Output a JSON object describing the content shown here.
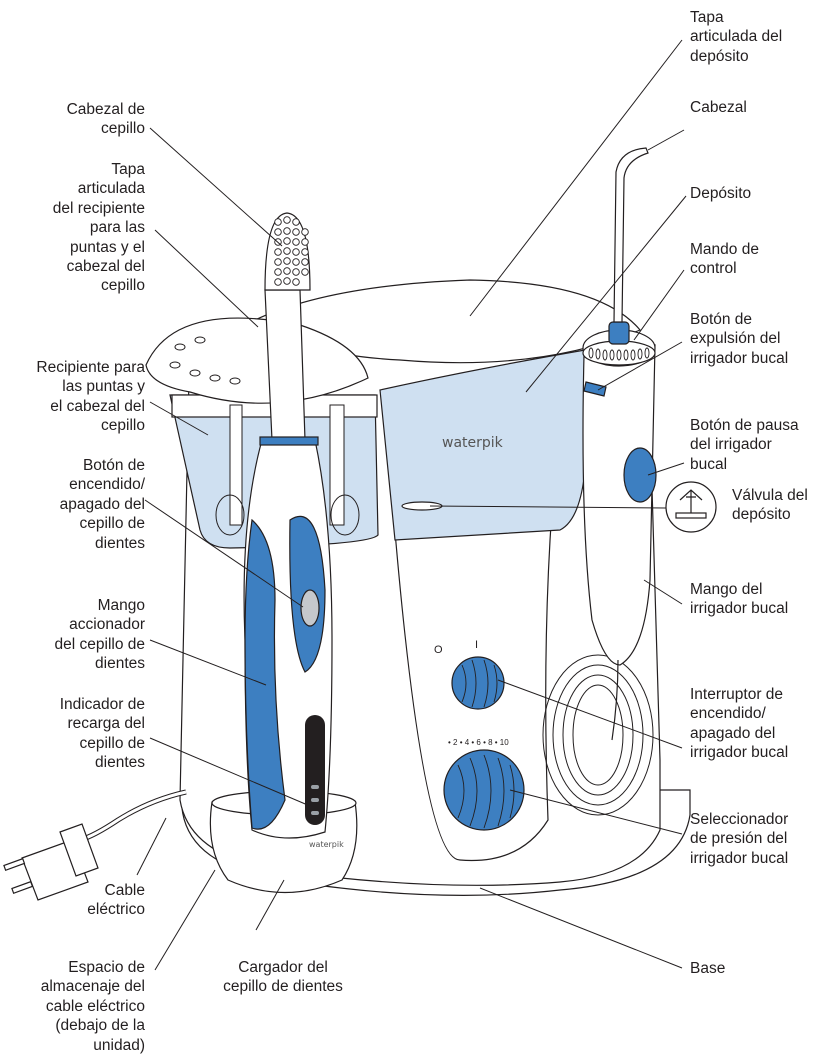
{
  "brand": {
    "unit": "waterpik",
    "brush": "waterpik"
  },
  "colors": {
    "accent_blue": "#3d7fc1",
    "water_blue": "#cfe0f1",
    "outline": "#231f20"
  },
  "pressure_scale": "• 2 • 4 • 6 • 8 • 10",
  "switch_marks": {
    "off": "O",
    "on": "I"
  },
  "labels": {
    "brush_head": "Cabezal de\ncepillo",
    "tip_case_lid": "Tapa\narticulada\ndel recipiente\npara las\npuntas y el\ncabezal del\ncepillo",
    "tip_case": "Recipiente para\nlas puntas y\nel cabezal del\ncepillo",
    "brush_power_button": "Botón de\nencendido/\napagado del\ncepillo de\ndientes",
    "brush_handle": "Mango\naccionador\ndel cepillo de\ndientes",
    "charge_indicator": "Indicador de\nrecarga del\ncepillo de\ndientes",
    "power_cord": "Cable\neléctrico",
    "cord_storage": "Espacio de\nalmacenaje del\ncable eléctrico\n(debajo de la\nunidad)",
    "charger": "Cargador del\ncepillo de dientes",
    "reservoir_lid": "Tapa\narticulada del\ndepósito",
    "tip": "Cabezal",
    "reservoir": "Depósito",
    "control_knob": "Mando de\ncontrol",
    "eject_button": "Botón de\nexpulsión del\nirrigador bucal",
    "pause_button": "Botón de pausa\ndel irrigador\nbucal",
    "reservoir_valve": "Válvula del\ndepósito",
    "flosser_handle": "Mango del\nirrigador bucal",
    "flosser_power_switch": "Interruptor de\nencendido/\napagado del\nirrigador bucal",
    "pressure_selector": "Seleccionador\nde presión del\nirrigador bucal",
    "base": "Base"
  }
}
